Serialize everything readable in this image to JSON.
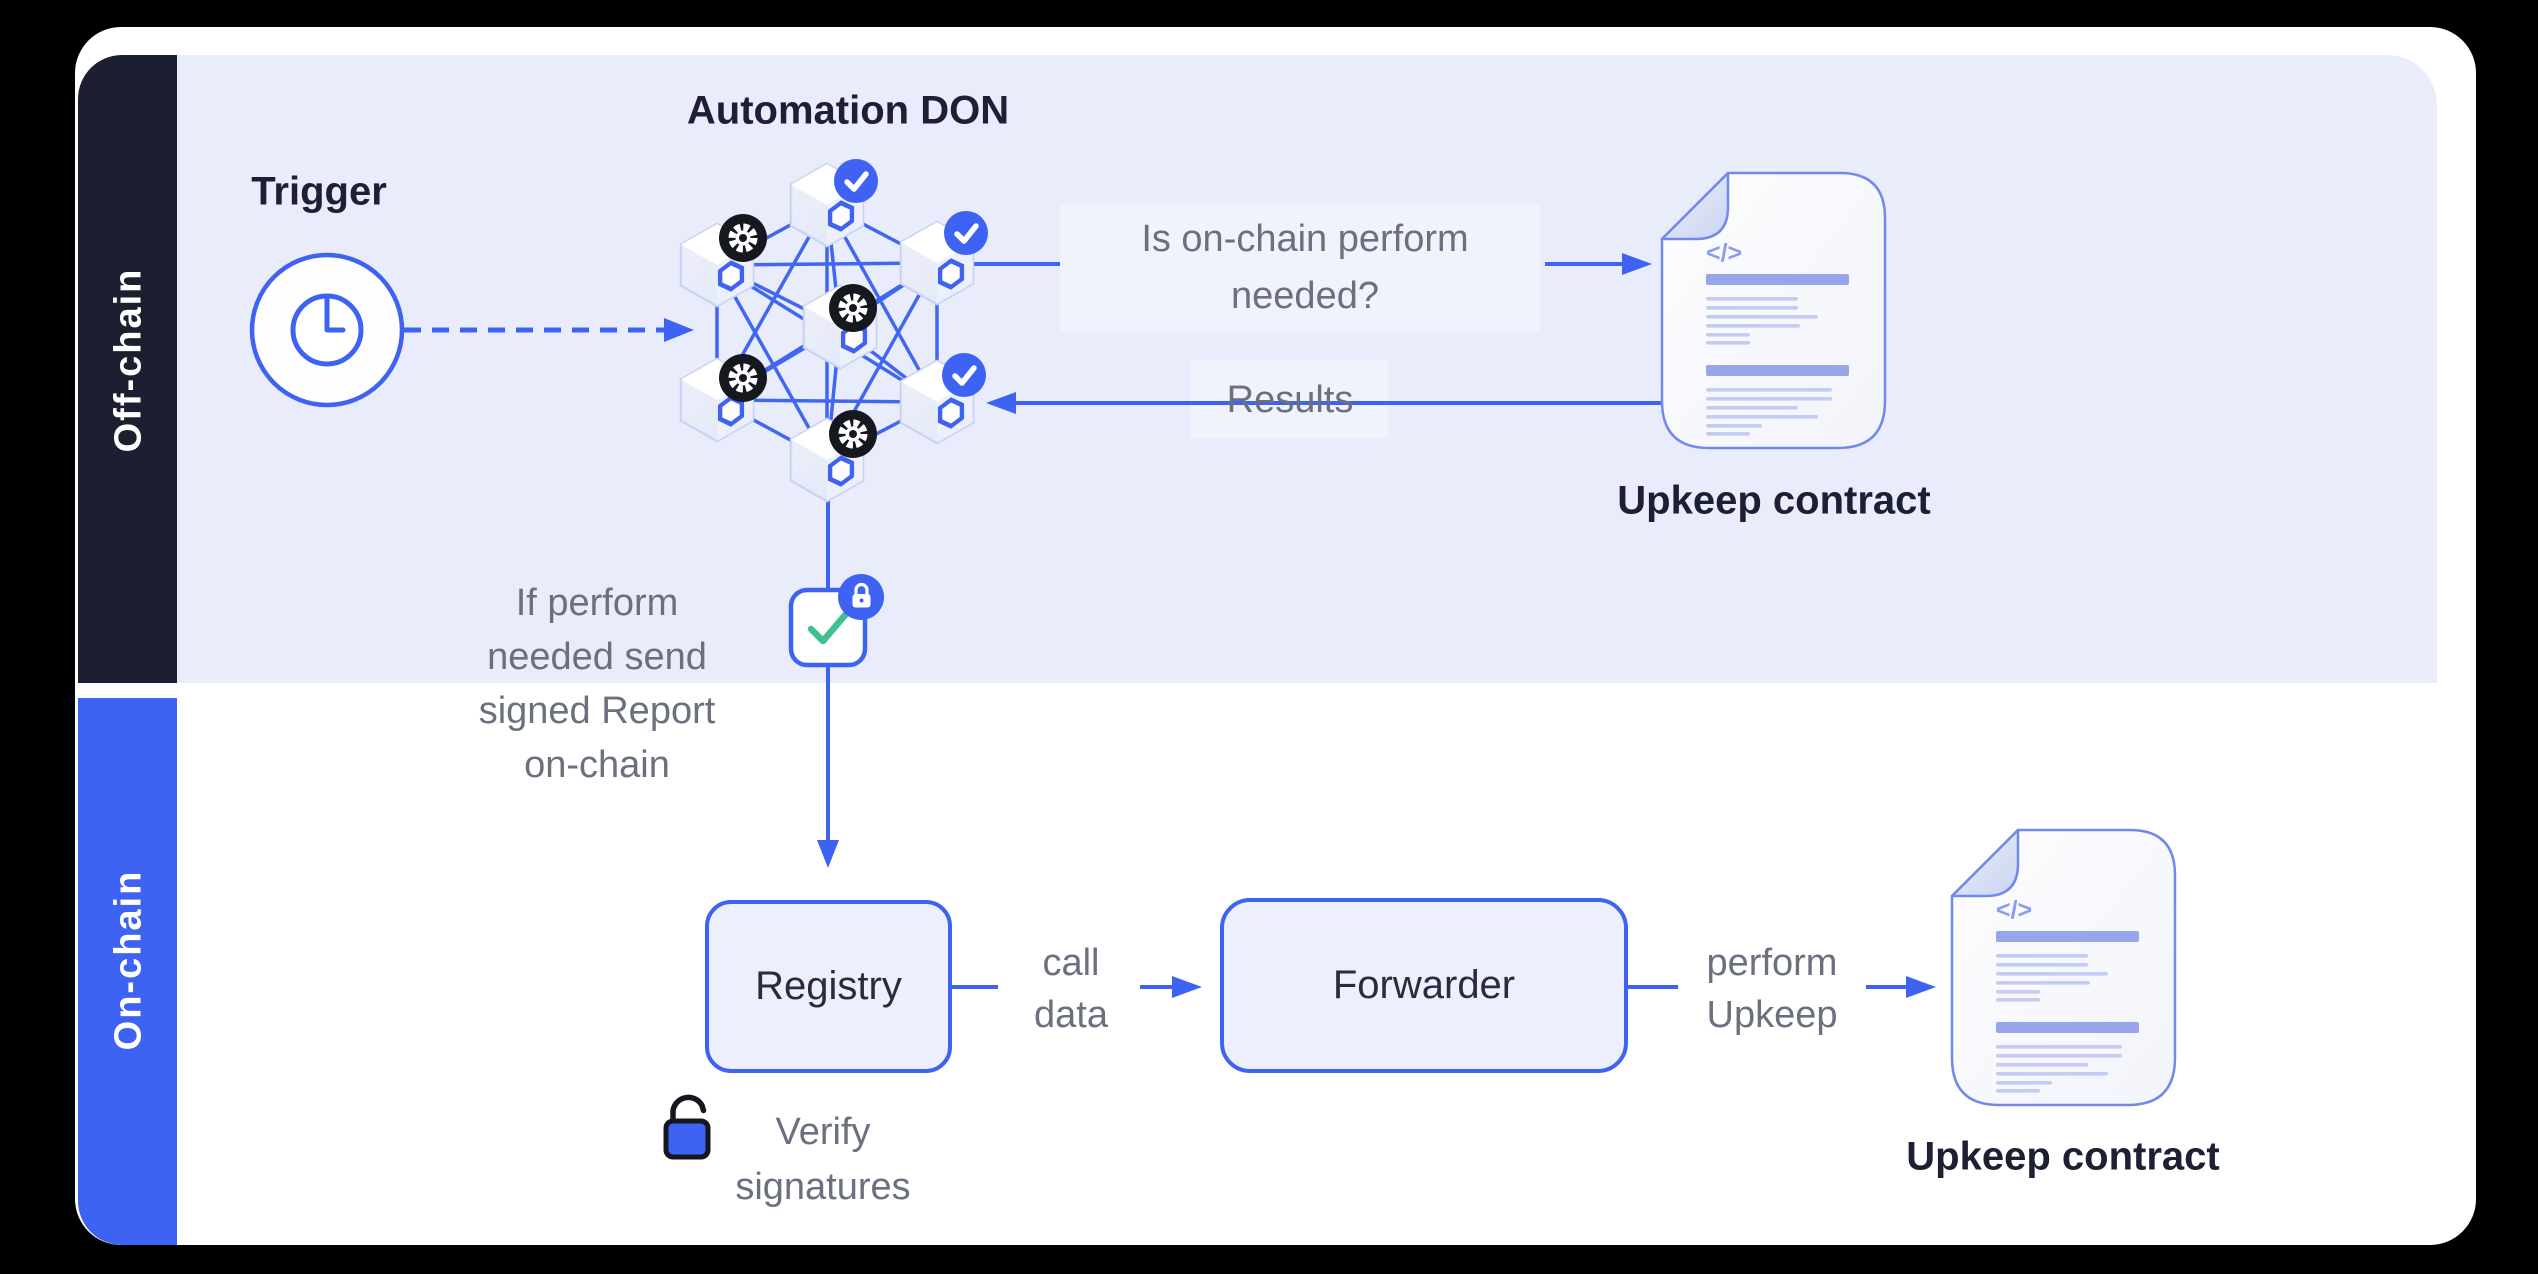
{
  "colors": {
    "accent_blue": "#3E63F2",
    "navy_dark": "#1B1F30",
    "panel_lavender": "#E9EDFB",
    "label_background": "#F1F3FC",
    "box_fill": "#EDF0FC",
    "gray_text": "#6A707E",
    "green_check": "#3EC08F",
    "doc_border": "#7289EA",
    "doc_bar": "#97A6EB",
    "doc_line": "#C3CCF2"
  },
  "sidebar": {
    "off_chain_label": "Off-chain",
    "on_chain_label": "On-chain"
  },
  "off_chain": {
    "trigger": {
      "label": "Trigger",
      "icon": "clock-icon"
    },
    "don": {
      "title": "Automation DON",
      "node_count": 7,
      "node_icon": "chainlink-hexagon-icon",
      "badge_icons": [
        "check-icon",
        "gear-icon"
      ]
    },
    "question": {
      "line1": "Is on-chain perform",
      "line2": "needed?"
    },
    "results": {
      "label": "Results"
    },
    "upkeep_contract": {
      "label": "Upkeep contract",
      "icon": "code-file-icon",
      "code_glyph": "</>"
    },
    "report_note": {
      "line1": "If perform",
      "line2": "needed send",
      "line3": "signed Report",
      "line4": "on-chain"
    },
    "signed_report": {
      "icons": [
        "checkbox-icon",
        "lock-icon"
      ]
    }
  },
  "on_chain": {
    "registry": {
      "label": "Registry"
    },
    "call_data": {
      "line1": "call",
      "line2": "data"
    },
    "forwarder": {
      "label": "Forwarder"
    },
    "perform_upkeep": {
      "line1": "perform",
      "line2": "Upkeep"
    },
    "verify": {
      "line1": "Verify",
      "line2": "signatures",
      "icon": "unlock-icon"
    },
    "upkeep_contract": {
      "label": "Upkeep contract",
      "icon": "code-file-icon",
      "code_glyph": "</>"
    }
  }
}
